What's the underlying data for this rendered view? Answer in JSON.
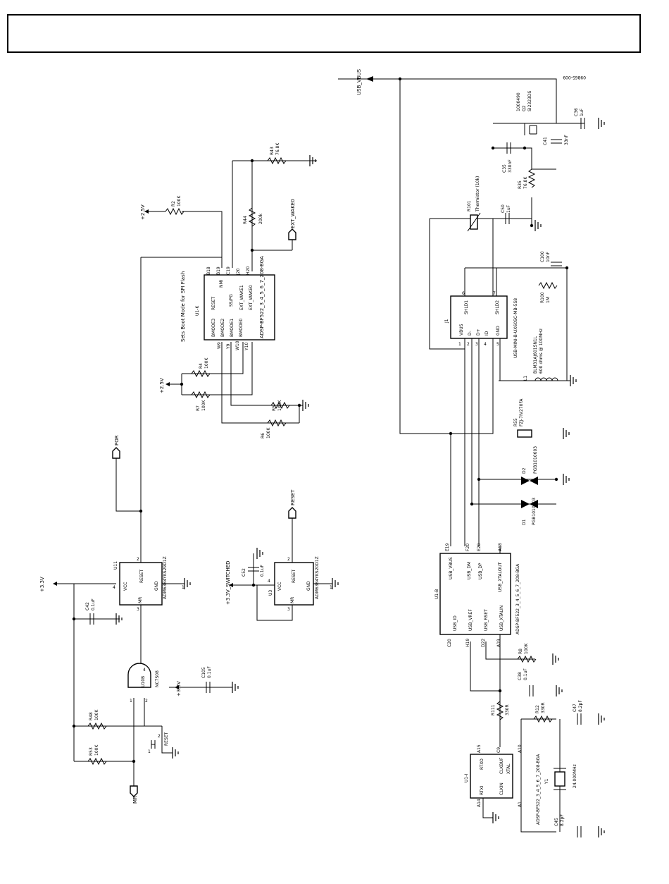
{
  "title_box_text": "",
  "figure_code": "09865-009",
  "nets": {
    "usb_vbus": "USB_VBUS",
    "v25_top": "+2.5V",
    "v25_mid": "+2.5V",
    "v33_left": "+3.3V",
    "v33_gate": "+3.3V",
    "v33_sw": "+3.3V_SWITCHED",
    "por": "POR",
    "reset": "RESET",
    "mr": "MR",
    "ext_waked": "EXT_WAKE0",
    "reset_sw": "RESET"
  },
  "u1k": {
    "ref": "U1-K",
    "part": "ADSP-BF522_3_4_5_6_7_208-BGA",
    "note": "Sets Boot Mode for SPI Flash",
    "pin_reset": "RESET",
    "pin_nmi": "NMI",
    "pin_sspg": "SS/PG",
    "pin_extwake1": "EXT_WAKE1",
    "pin_extwake0": "EXT_WAKE0",
    "pin_bm3": "BMODE3",
    "pin_bm2": "BMODE2",
    "pin_bm1": "BMODE1",
    "pin_bm0": "BMODE0",
    "num_b18": "B18",
    "num_b19": "B19",
    "num_c19": "C19",
    "num_j20": "J20",
    "num_h20": "H20",
    "num_w9": "W9",
    "num_y9": "Y9",
    "num_w10": "W10",
    "num_y10": "Y10"
  },
  "u1b": {
    "ref": "U1-B",
    "part": "ADSP-BF522_3_4_5_6_7_208-BGA",
    "pin_vbus": "USB_VBUS",
    "pin_dm": "USB_DM",
    "pin_dp": "USB_DP",
    "pin_xtalout": "USB_XTALOUT",
    "pin_id": "USB_ID",
    "pin_vref": "USB_VREF",
    "pin_rset": "USB_RSET",
    "pin_xtalin": "USB_XTALIN",
    "num_e19": "E19",
    "num_f20": "F20",
    "num_e20": "E20",
    "num_a18": "A18",
    "num_c20": "C20",
    "num_h19": "H19",
    "num_d22": "D22",
    "num_a19": "A19"
  },
  "u1i": {
    "ref": "U1-I",
    "part": "ADSP-BF522_3_4_5_6_7_208-BGA",
    "pin_rtxi": "RTXI",
    "pin_rtxo": "RTXO",
    "pin_clkin": "CLKIN",
    "pin_clkbuf": "CLKBUF",
    "pin_xtal": "XTAL",
    "num_a14": "A14",
    "num_a15": "A15",
    "num_a1": "A1",
    "num_c9": "C9",
    "num_a10": "A10"
  },
  "j1": {
    "ref": "J1",
    "part": "USB-MINI-B-UX60SC-MB-5S8",
    "pin_vbus": "VBUS",
    "pin_dm": "D-",
    "pin_dp": "D+",
    "pin_id": "ID",
    "pin_gnd": "GND",
    "pin_shld1": "SHLD1",
    "pin_shld2": "SHLD2",
    "n1": "1",
    "n2": "2",
    "n3": "3",
    "n4": "4",
    "n5": "5",
    "n6": "6",
    "n7": "7"
  },
  "u11": {
    "ref": "U11",
    "part": "ADM6384YKS29D1Z",
    "pin_vcc": "VCC",
    "pin_reset": "RESET",
    "pin_mr": "MR",
    "pin_gnd": "GND",
    "n1": "1",
    "n2": "2",
    "n3": "3",
    "n4": "4"
  },
  "u3": {
    "ref": "U3",
    "part": "ADM6384YKS20D1Z",
    "pin_vcc": "VCC",
    "pin_reset": "RESET",
    "pin_mr": "MR",
    "pin_gnd": "GND",
    "n1": "1",
    "n2": "2",
    "n3": "3",
    "n4": "4"
  },
  "u10": {
    "ref": "U10B",
    "part": "NC7S08",
    "n1": "1",
    "n2": "2",
    "n4": "4"
  },
  "sw": {
    "label": "RESET",
    "n1": "1",
    "n2": "2"
  },
  "q2": {
    "ref": "Q2",
    "part": "SI2323DS",
    "note": "1000490"
  },
  "l1": {
    "ref": "L1",
    "part": "BLM31AJ601SN1L",
    "desc": "600 ohms @ 100MHz"
  },
  "y1": {
    "ref": "Y1",
    "value": "24.000MHz"
  },
  "d1": {
    "ref": "D1",
    "part": "PGB1010603"
  },
  "d2": {
    "ref": "D2",
    "part": "PGB1010603"
  },
  "r101": {
    "ref": "R101",
    "desc": "Thermistor (10k)"
  },
  "r55": {
    "ref": "R55",
    "part": "FZJ-7IV270FA"
  },
  "resistors": {
    "r2": {
      "ref": "R2",
      "value": "100K"
    },
    "r43": {
      "ref": "R43",
      "value": "76.8K"
    },
    "r44": {
      "ref": "R44",
      "value": "200k"
    },
    "r4": {
      "ref": "R4",
      "value": "100K"
    },
    "r7": {
      "ref": "R7",
      "value": "100K"
    },
    "r5": {
      "ref": "R5",
      "value": "100K"
    },
    "r6": {
      "ref": "R6",
      "value": "100K"
    },
    "r35": {
      "ref": "R35",
      "value": "76.8K"
    },
    "r100": {
      "ref": "R100",
      "value": "1M"
    },
    "r8": {
      "ref": "R8",
      "value": "100K"
    },
    "r111": {
      "ref": "R111",
      "value": "330R"
    },
    "r12": {
      "ref": "R12",
      "value": "330R"
    },
    "r48": {
      "ref": "R48",
      "value": "100K"
    },
    "r53": {
      "ref": "R53",
      "value": "100K"
    }
  },
  "capacitors": {
    "c36": {
      "ref": "C36",
      "value": "1uF"
    },
    "c41": {
      "ref": "C41",
      "value": "33nF"
    },
    "c35": {
      "ref": "C35",
      "value": "330nF"
    },
    "c50": {
      "ref": "C50",
      "value": "1uF"
    },
    "c100": {
      "ref": "C100",
      "value": "10nF"
    },
    "c42": {
      "ref": "C42",
      "value": "0.1uF"
    },
    "c52": {
      "ref": "C52",
      "value": "0.1uF"
    },
    "c105": {
      "ref": "C105",
      "value": "0.1uF"
    },
    "c38": {
      "ref": "C38",
      "value": "0.1uF"
    },
    "c47": {
      "ref": "C47",
      "value": "8.2pF"
    },
    "c45": {
      "ref": "C45",
      "value": "8.2pF"
    }
  },
  "colors": {
    "ink": "#000000",
    "paper": "#ffffff"
  }
}
